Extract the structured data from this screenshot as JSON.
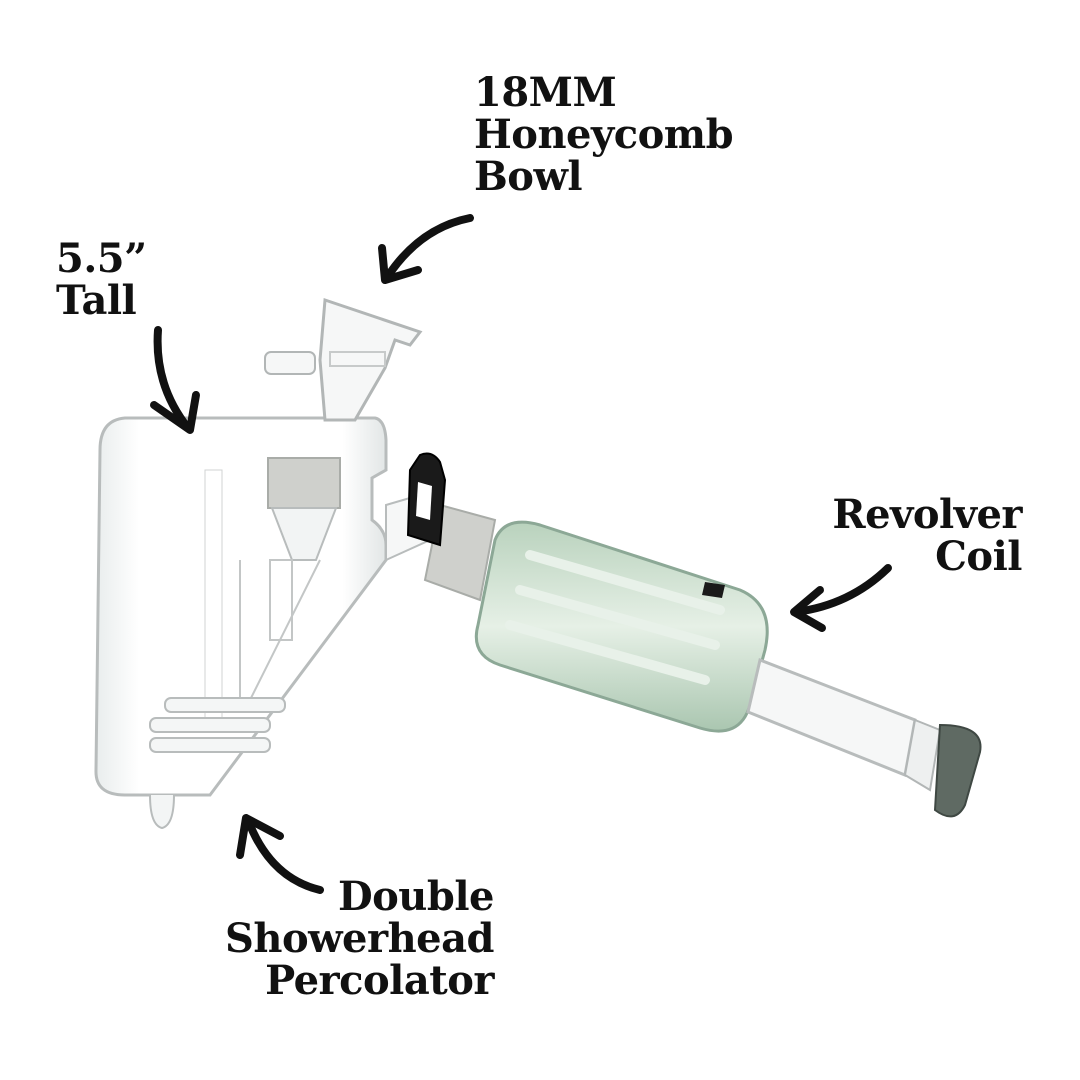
{
  "callouts": {
    "bowl": {
      "lines": [
        "18MM",
        "Honeycomb",
        "Bowl"
      ]
    },
    "height": {
      "lines": [
        "5.5”",
        "Tall"
      ]
    },
    "coil": {
      "lines": [
        "Revolver",
        "Coil"
      ]
    },
    "percolator": {
      "lines": [
        "Double",
        "Showerhead",
        "Percolator"
      ]
    }
  },
  "colors": {
    "text": "#111111",
    "glass_outline": "#b8bcbc",
    "frosted_joint": "#cfd0cc",
    "coil_tint": "#c9dccb",
    "clip": "#1a1a1a",
    "mouthpiece_tint": "#5f6a63"
  },
  "icons": {
    "arrows": [
      "curved-arrow-icon"
    ]
  }
}
